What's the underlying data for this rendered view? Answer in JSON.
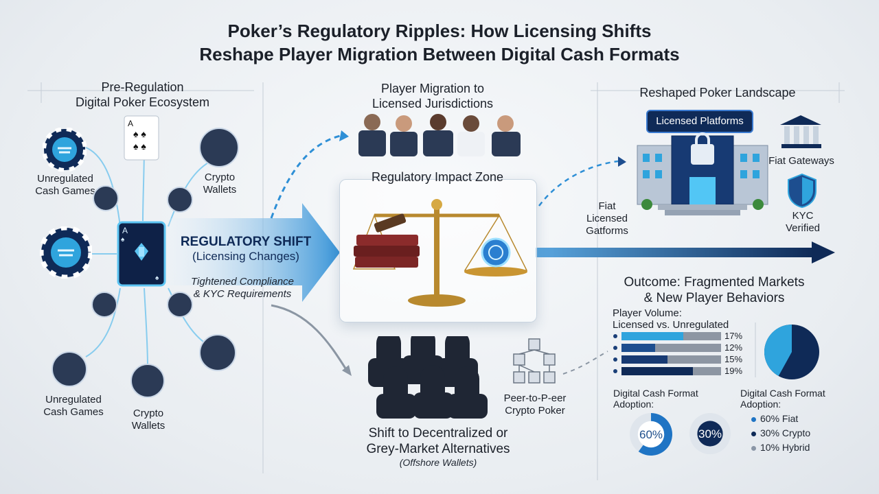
{
  "title": {
    "line1": "Poker’s Regulatory Ripples: How Licensing Shifts",
    "line2": "Reshape Player Migration Between Digital Cash Formats"
  },
  "pre_regulation": {
    "heading_line1": "Pre-Regulation",
    "heading_line2": "Digital Poker Ecosystem",
    "unregulated_top_1": "Unregulated",
    "unregulated_top_2": "Cash Games",
    "crypto_top_1": "Crypto",
    "crypto_top_2": "Wallets",
    "unregulated_bottom_1": "Unregulated",
    "unregulated_bottom_2": "Cash Games",
    "crypto_bottom_1": "Crypto",
    "crypto_bottom_2": "Wallets",
    "card_rank": "A"
  },
  "regulatory_shift": {
    "label_line1": "REGULATORY SHIFT",
    "label_line2": "(Licensing Changes)",
    "sub_line1": "Tightened Compliance",
    "sub_line2": "& KYC Requirements"
  },
  "migration": {
    "heading_line1": "Player Migration to",
    "heading_line2": "Licensed Jurisdictions"
  },
  "impact_zone": {
    "heading": "Regulatory Impact Zone"
  },
  "landscape": {
    "heading": "Reshaped Poker Landscape",
    "licensed_pill": "Licensed Platforms",
    "fiat_gateways": "Fiat Gateways",
    "fiat_left_1": "Fiat",
    "fiat_left_2": "Licensed",
    "fiat_left_3": "Gatforms",
    "kyc_1": "KYC",
    "kyc_2": "Verified"
  },
  "decentralized": {
    "p2p_line1": "Peer-to-P-eer",
    "p2p_line2": "Crypto Poker",
    "heading_line1": "Shift to Decentralized or",
    "heading_line2": "Grey-Market Alternatives",
    "sub": "(Offshore Wallets)"
  },
  "outcome": {
    "heading_line1": "Outcome: Fragmented Markets",
    "heading_line2": "& New Player Behaviors",
    "volume_label_1": "Player Volume:",
    "volume_label_2": "Licensed vs. Unregulated",
    "adoption_left_1": "Digital Cash Format",
    "adoption_left_2": "Adoption:",
    "adoption_right_1": "Digital Cash Format",
    "adoption_right_2": "Adoption:",
    "legend": [
      "60% Fiat",
      "30% Crypto",
      "10% Hybrid"
    ]
  },
  "chart_data": [
    {
      "type": "bar",
      "title": "",
      "categories": [
        "",
        "",
        "",
        ""
      ],
      "values": [
        17,
        12,
        15,
        19
      ],
      "labels": [
        "17%",
        "12%",
        "15%",
        "19%"
      ],
      "licensed_share": [
        0.62,
        0.34,
        0.46,
        0.72
      ],
      "colors": [
        "#2fa4dd",
        "#1d4e8f",
        "#173a73",
        "#0f2a57"
      ]
    },
    {
      "type": "pie",
      "labels": [
        "60%",
        "30%"
      ],
      "values": [
        60,
        30
      ],
      "colors": [
        "#1f74c4",
        "#0f2a57"
      ]
    },
    {
      "type": "pie",
      "labels": [
        "60% Fiat",
        "30% Crypto",
        "10% Hybrid"
      ],
      "values": [
        60,
        30,
        10
      ],
      "colors": [
        "#1f74c4",
        "#0f2a57",
        "#8a96a6"
      ]
    }
  ]
}
